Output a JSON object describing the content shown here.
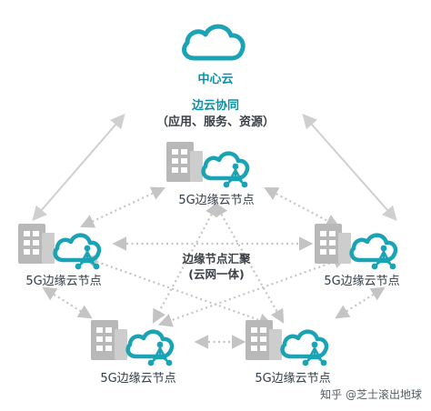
{
  "center_cloud": {
    "label": "中心云",
    "icon": "cloud-icon"
  },
  "collaboration": {
    "title": "边云协同",
    "subtitle": "（应用、服务、资源）"
  },
  "aggregation": {
    "line1": "边缘节点汇聚",
    "line2": "(云网一体)"
  },
  "nodes": {
    "top": "5G边缘云节点",
    "left": "5G边缘云节点",
    "right": "5G边缘云节点",
    "bottom_left": "5G边缘云节点",
    "bottom_right": "5G边缘云节点"
  },
  "watermark": "知乎 @芝士滚出地球",
  "colors": {
    "accent": "#1aa3b5",
    "building": "#b8b8b8",
    "arrow": "#c8c8c8"
  }
}
